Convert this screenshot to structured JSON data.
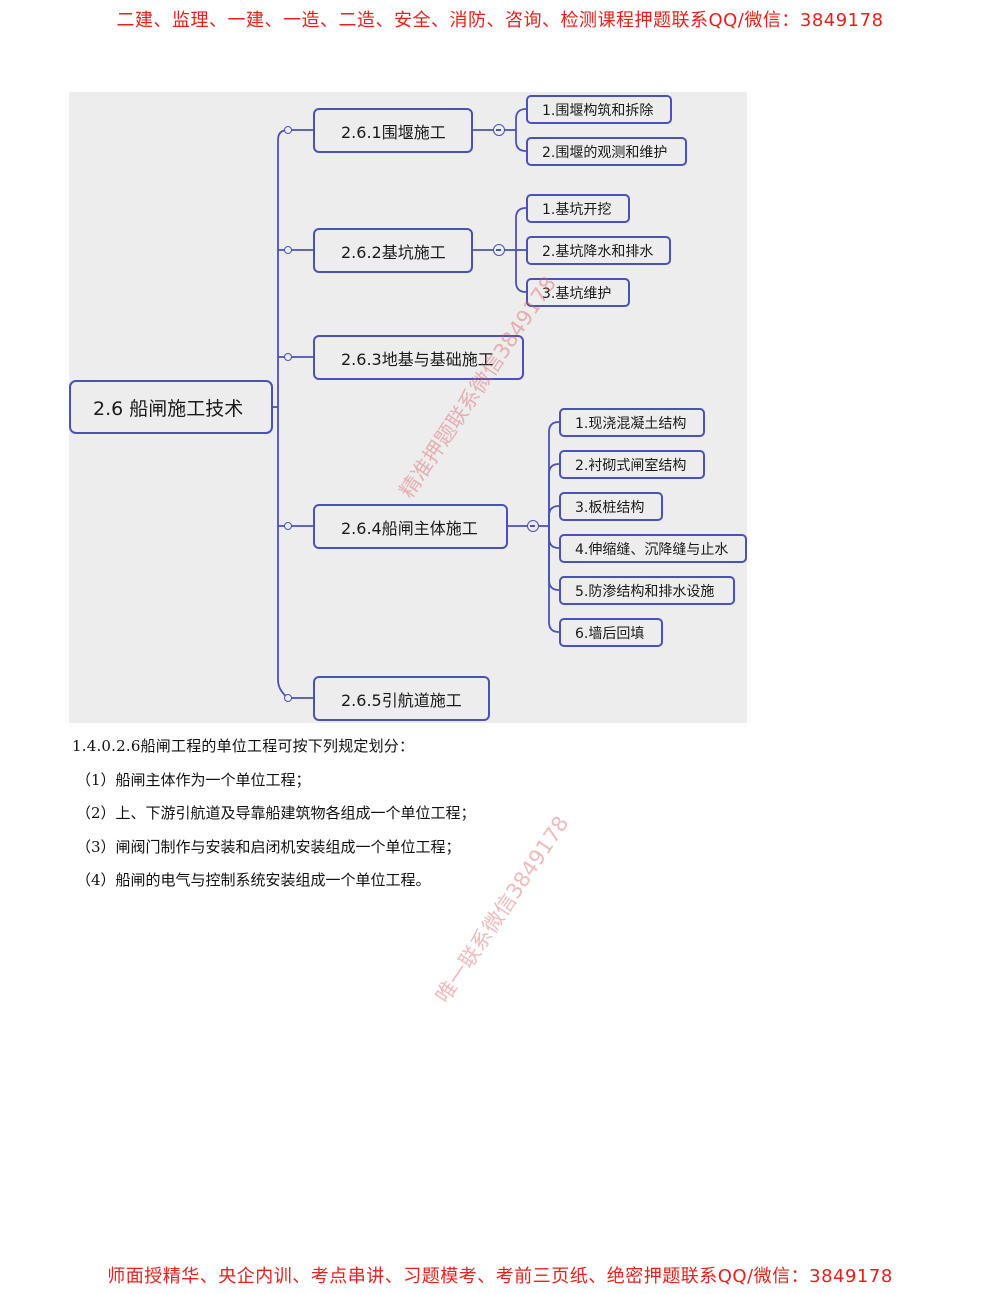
{
  "banner": {
    "top": "二建、监理、一建、一造、二造、安全、消防、咨询、检测课程押题联系QQ/微信：3849178",
    "bottom": "师面授精华、央企内训、考点串讲、习题模考、考前三页纸、绝密押题联系QQ/微信：3849178"
  },
  "mindmap": {
    "root": "2.6 船闸施工技术",
    "branches": [
      {
        "label": "2.6.1围堰施工",
        "children": [
          "1.围堰构筑和拆除",
          "2.围堰的观测和维护"
        ]
      },
      {
        "label": "2.6.2基坑施工",
        "children": [
          "1.基坑开挖",
          "2.基坑降水和排水",
          "3.基坑维护"
        ]
      },
      {
        "label": "2.6.3地基与基础施工",
        "children": []
      },
      {
        "label": "2.6.4船闸主体施工",
        "children": [
          "1.现浇混凝土结构",
          "2.衬砌式闸室结构",
          "3.板桩结构",
          "4.伸缩缝、沉降缝与止水",
          "5.防渗结构和排水设施",
          "6.墙后回填"
        ]
      },
      {
        "label": "2.6.5引航道施工",
        "children": []
      }
    ]
  },
  "text": {
    "intro": "1.4.0.2.6船闸工程的单位工程可按下列规定划分：",
    "items": [
      "（1）船闸主体作为一个单位工程；",
      "（2）上、下游引航道及导靠船建筑物各组成一个单位工程；",
      "（3）闸阀门制作与安装和启闭机安装组成一个单位工程；",
      "（4）船闸的电气与控制系统安装组成一个单位工程。"
    ]
  },
  "watermarks": [
    "精准押题联系微信3849178",
    "唯一联系微信3849178"
  ],
  "colors": {
    "banner": "#e8201c",
    "node_border": "#4a52b8",
    "diagram_bg": "#ededed",
    "watermark": "#dc5a5f"
  }
}
